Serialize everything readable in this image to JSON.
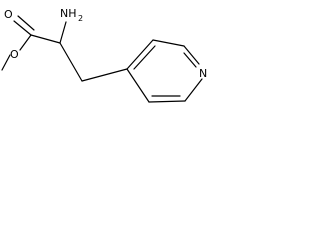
{
  "molecule": {
    "atoms": {
      "carbonyl_oxygen": "O",
      "ester_oxygen": "O",
      "amine": "NH",
      "amine_subscript": "2",
      "ring_nitrogen": "N"
    }
  },
  "colors": {
    "bond": "#000000",
    "label": "#000000",
    "background": "#ffffff"
  }
}
